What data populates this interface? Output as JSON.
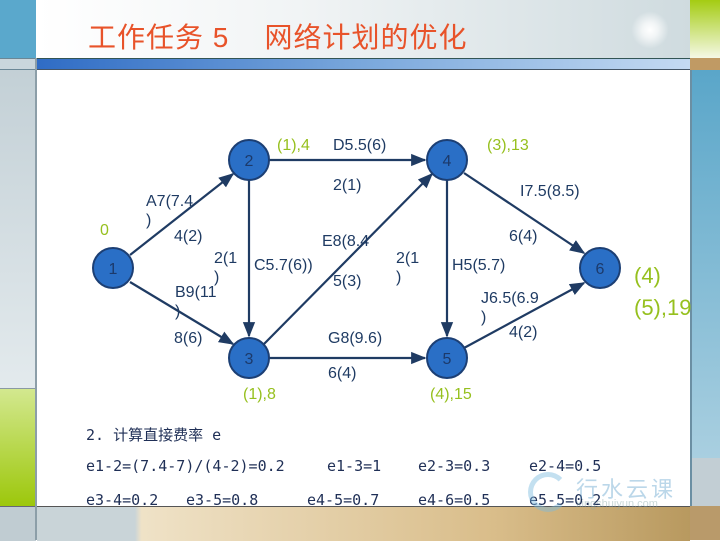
{
  "title": "工作任务 5    网络计划的优化",
  "colors": {
    "title": "#e8532a",
    "node": "#2a6fc6",
    "edge": "#1f3b63",
    "time": "#96c01e"
  },
  "nodes": [
    "1",
    "2",
    "3",
    "4",
    "5",
    "6"
  ],
  "node_times": {
    "n1": "0",
    "n2": "(1),4",
    "n3": "(1),8",
    "n4": "(3),13",
    "n5": "(4),15",
    "n6_line1": "(4)",
    "n6_line2": "(5),19"
  },
  "edges": {
    "a_name": "A7(7.4\n)",
    "a_dur": "4(2)",
    "b_name": "B9(11\n)",
    "b_dur": "8(6)",
    "c_dur": "2(1\n)",
    "c_name": "C5.7(6))",
    "d_name": "D5.5(6)",
    "d_dur": "2(1)",
    "e_name": "E8(8.4",
    "e_dur": "5(3)",
    "h_dur": "2(1\n)",
    "h_name": "H5(5.7)",
    "g_name": "G8(9.6)",
    "g_dur": "6(4)",
    "i_name": "I7.5(8.5)",
    "i_dur": "6(4)",
    "j_name": "J6.5(6.9\n)",
    "j_dur": "4(2)"
  },
  "calc": {
    "heading": "2. 计算直接费率 e",
    "row1": [
      "e1-2=(7.4-7)/(4-2)=0.2",
      "e1-3=1",
      "e2-3=0.3",
      "e2-4=0.5"
    ],
    "row2": [
      "e3-4=0.2",
      "e3-5=0.8",
      "e4-5=0.7",
      "e4-6=0.5",
      "e5-5=0.2"
    ]
  },
  "watermark": {
    "name": "行水云课",
    "url": "xingshuiyun.com"
  }
}
